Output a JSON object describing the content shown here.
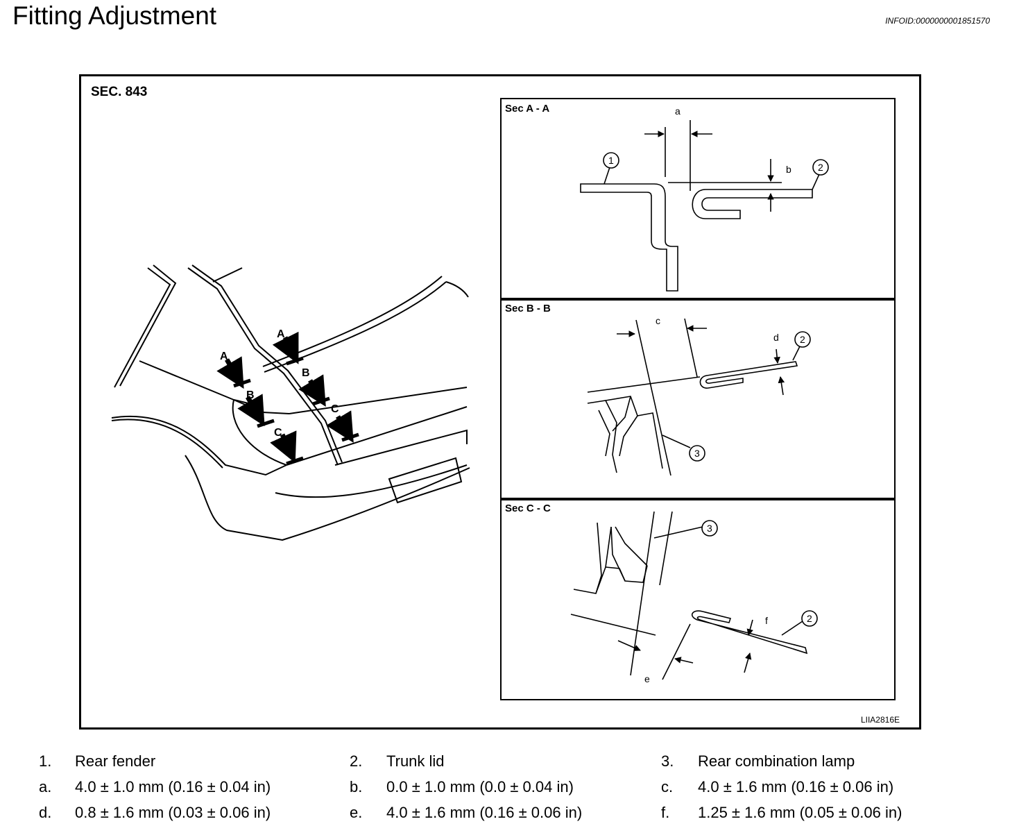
{
  "header": {
    "title": "Fitting Adjustment",
    "info_id": "INFOID:0000000001851570"
  },
  "figure": {
    "section": "SEC. 843",
    "code": "LIIA2816E",
    "car_view": {
      "arrow_labels": [
        "A",
        "A",
        "B",
        "B",
        "C",
        "C"
      ]
    },
    "panels": [
      {
        "title": "Sec A - A",
        "dims": [
          "a",
          "b"
        ],
        "callouts": [
          "1",
          "2"
        ]
      },
      {
        "title": "Sec B - B",
        "dims": [
          "c",
          "d"
        ],
        "callouts": [
          "2",
          "3"
        ]
      },
      {
        "title": "Sec C - C",
        "dims": [
          "e",
          "f"
        ],
        "callouts": [
          "3",
          "2"
        ]
      }
    ]
  },
  "legend": {
    "rows": [
      [
        {
          "key": "1.",
          "text": "Rear fender"
        },
        {
          "key": "2.",
          "text": "Trunk lid"
        },
        {
          "key": "3.",
          "text": "Rear combination lamp"
        }
      ],
      [
        {
          "key": "a.",
          "text": "4.0 ± 1.0 mm (0.16 ± 0.04 in)"
        },
        {
          "key": "b.",
          "text": "0.0 ± 1.0 mm (0.0 ± 0.04 in)"
        },
        {
          "key": "c.",
          "text": "4.0 ± 1.6 mm (0.16 ± 0.06 in)"
        }
      ],
      [
        {
          "key": "d.",
          "text": "0.8 ± 1.6 mm (0.03 ± 0.06 in)"
        },
        {
          "key": "e.",
          "text": "4.0 ± 1.6 mm (0.16 ± 0.06 in)"
        },
        {
          "key": "f.",
          "text": "1.25 ± 1.6 mm (0.05 ± 0.06 in)"
        }
      ]
    ]
  }
}
